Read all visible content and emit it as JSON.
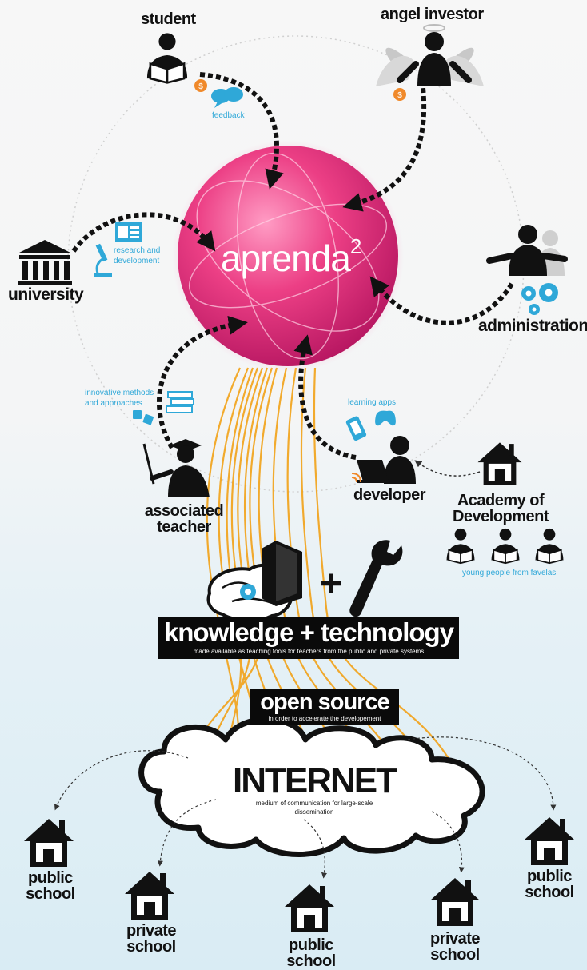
{
  "center": {
    "brand": "aprenda",
    "exponent": "2"
  },
  "actors": {
    "student": "student",
    "angel_investor": "angel investor",
    "university": "university",
    "administration": "administration",
    "associated_teacher_line1": "associated",
    "associated_teacher_line2": "teacher",
    "developer": "developer",
    "academy_line1": "Academy of",
    "academy_line2": "Development"
  },
  "notes": {
    "feedback": "feedback",
    "research_line1": "research and",
    "research_line2": "development",
    "innovative_line1": "innovative methods",
    "innovative_line2": "and  approaches",
    "learning_apps": "learning apps",
    "young_people": "young people from favelas"
  },
  "knowledge": {
    "title": "knowledge + technology",
    "subtitle": "made available as teaching tools for teachers from the public and private systems"
  },
  "open_source": {
    "title": "open source",
    "subtitle": "in order to accelerate the developement"
  },
  "internet": {
    "title": "INTERNET",
    "subtitle_line1": "medium of communication for large-scale",
    "subtitle_line2": "dissemination"
  },
  "schools": [
    {
      "line1": "public",
      "line2": "school"
    },
    {
      "line1": "private",
      "line2": "school"
    },
    {
      "line1": "public",
      "line2": "school"
    },
    {
      "line1": "private",
      "line2": "school"
    },
    {
      "line1": "public",
      "line2": "school"
    }
  ],
  "colors": {
    "sphere": "#e8337c",
    "accent_blue": "#2fa8d8",
    "coin": "#f0892a",
    "stream": "#f2a218"
  },
  "icons": [
    "reader-icon",
    "angel-icon",
    "coin-icon",
    "speech-bubbles-icon",
    "columns-building-icon",
    "microscope-icon",
    "document-icon",
    "manager-icon",
    "gears-icon",
    "graduate-pointer-icon",
    "books-icon",
    "dice-icon",
    "laptop-user-icon",
    "phone-icon",
    "gamepad-icon",
    "house-icon",
    "brain-icon",
    "book-icon",
    "wrench-icon",
    "cloud-icon"
  ]
}
